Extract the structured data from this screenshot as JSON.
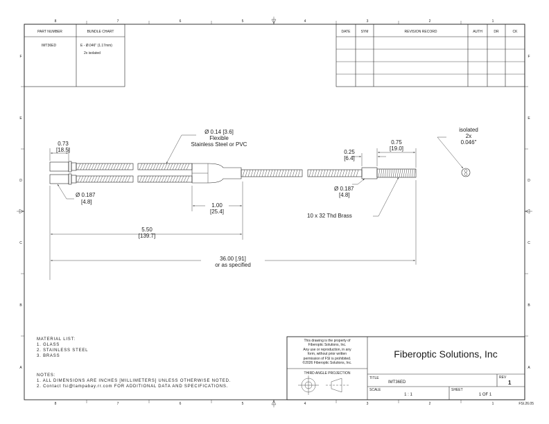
{
  "border": {
    "columns_top": [
      "8",
      "7",
      "6",
      "5",
      "4",
      "3",
      "2",
      "1"
    ],
    "columns_bottom": [
      "8",
      "7",
      "6",
      "5",
      "4",
      "3",
      "2",
      "1"
    ],
    "rows": [
      "F",
      "E",
      "D",
      "C",
      "B",
      "A"
    ],
    "sheet_code": "FSI.26.05"
  },
  "part_table": {
    "part_number_header": "PART NUMBER",
    "bundle_chart_header": "BUNDLE CHART",
    "part_number": "IMT36ED",
    "bundle_line1": "E - Ø.046\" (1.17mm)",
    "bundle_line2": "2x isolated"
  },
  "revision_table": {
    "headers": [
      "DATE",
      "SYM",
      "REVISION RECORD",
      "AUTH",
      "DR",
      "CK"
    ],
    "empty_rows": 4
  },
  "dimensions": {
    "tip_length": "0.73",
    "tip_length_mm": "[18.5]",
    "tip_dia": "Ø 0.187",
    "tip_dia_mm": "[4.8]",
    "sheath_dia": "Ø 0.14 [3.6]",
    "sheath_line2": "Flexible",
    "sheath_line3": "Stainless Steel or PVC",
    "split_length": "1.00",
    "split_length_mm": "[25.4]",
    "branch_length": "5.50",
    "branch_length_mm": "[139.7]",
    "overall_length": "36.00 [.91]",
    "overall_note": "or as specified",
    "ferrule_length": "0.25",
    "ferrule_length_mm": "[6.4]",
    "thread_length": "0.75",
    "thread_length_mm": "[19.0]",
    "end_dia": "Ø 0.187",
    "end_dia_mm": "[4.8]",
    "thread_spec": "10 x 32 Thd Brass",
    "callout_line1": "isolated",
    "callout_line2": "2x",
    "callout_line3": "0.046\""
  },
  "material_list": {
    "header": "MATERIAL LIST:",
    "items": [
      "1.   GLASS",
      "2.   STAINLESS STEEL",
      "3.   BRASS"
    ]
  },
  "notes": {
    "header": "NOTES:",
    "items": [
      "1.   ALL DIMENSIONS ARE INCHES [MILLIMETERS] UNLESS OTHERWISE NOTED.",
      "2.   Contact fsi@tampabay.rr.com FOR ADDITIONAL DATA AND SPECIFICATIONS."
    ]
  },
  "title_block": {
    "property_lines": [
      "This drawing is the property of",
      "Fiberoptic Solutions, Inc.",
      "Any use or reproduction, in any",
      "form, without prior written",
      "permission of FSI is prohibited.",
      "©2026 Fiberoptic Solutions, Inc."
    ],
    "projection_label": "THIRD ANGLE PROJECTION",
    "company": "Fiberoptic Solutions, Inc",
    "title_label": "TITLE",
    "title_value": "IMT36ED",
    "rev_label": "REV",
    "rev_value": "1",
    "scale_label": "SCALE",
    "scale_value": "1 : 1",
    "sheet_label": "SHEET",
    "sheet_value": "1  OF 1"
  }
}
